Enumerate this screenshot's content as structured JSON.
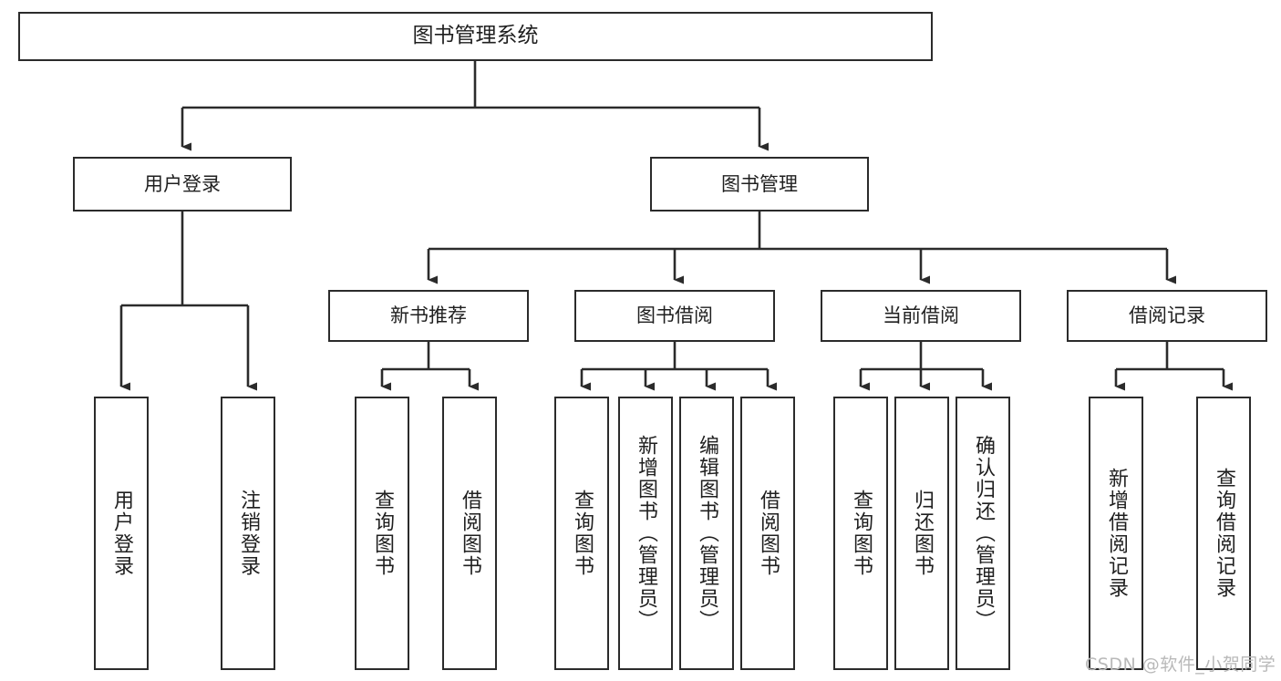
{
  "diagram": {
    "type": "tree",
    "title": "图书管理系统",
    "watermark": "CSDN @软件_小贺同学",
    "colors": {
      "stroke": "#2b2b2b",
      "fill": "#ffffff",
      "text": "#1f1f1f",
      "watermark": "#b9b9b9",
      "background": "#ffffff"
    },
    "nodes": {
      "root": {
        "label": "图书管理系统"
      },
      "level2": [
        {
          "id": "user-login",
          "label": "用户登录"
        },
        {
          "id": "book-management",
          "label": "图书管理"
        }
      ],
      "level3": [
        {
          "id": "new-book-recommend",
          "label": "新书推荐"
        },
        {
          "id": "book-borrow",
          "label": "图书借阅"
        },
        {
          "id": "current-borrow",
          "label": "当前借阅"
        },
        {
          "id": "borrow-record",
          "label": "借阅记录"
        }
      ],
      "leaves": {
        "user_login": [
          {
            "id": "leaf-user-login",
            "label": "用户登录"
          },
          {
            "id": "leaf-logout-login",
            "label": "注销登录"
          }
        ],
        "new_book_recommend": [
          {
            "id": "leaf-query-book-1",
            "label": "查询图书"
          },
          {
            "id": "leaf-borrow-book-1",
            "label": "借阅图书"
          }
        ],
        "book_borrow": [
          {
            "id": "leaf-query-book-2",
            "label": "查询图书"
          },
          {
            "id": "leaf-add-book",
            "label": "新增图书（管理员）"
          },
          {
            "id": "leaf-edit-book",
            "label": "编辑图书（管理员）"
          },
          {
            "id": "leaf-borrow-book-2",
            "label": "借阅图书"
          }
        ],
        "current_borrow": [
          {
            "id": "leaf-query-book-3",
            "label": "查询图书"
          },
          {
            "id": "leaf-return-book",
            "label": "归还图书"
          },
          {
            "id": "leaf-confirm-return",
            "label": "确认归还（管理员）"
          }
        ],
        "borrow_record": [
          {
            "id": "leaf-add-record",
            "label": "新增借阅记录"
          },
          {
            "id": "leaf-query-record",
            "label": "查询借阅记录"
          }
        ]
      }
    }
  }
}
